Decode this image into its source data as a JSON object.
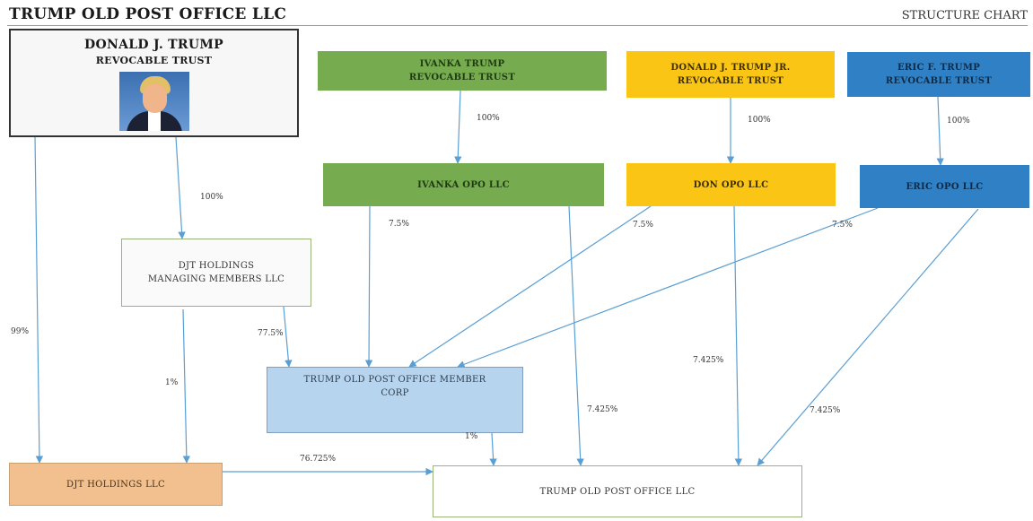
{
  "header": {
    "title": "TRUMP OLD POST OFFICE LLC",
    "right_label": "STRUCTURE CHART"
  },
  "nodes": {
    "djt_trust": {
      "line1": "DONALD J. TRUMP",
      "line2": "REVOCABLE TRUST"
    },
    "ivanka_trust": {
      "line1": "IVANKA TRUMP",
      "line2": "REVOCABLE TRUST"
    },
    "don_trust": {
      "line1": "DONALD J. TRUMP JR.",
      "line2": "REVOCABLE TRUST"
    },
    "eric_trust": {
      "line1": "ERIC F. TRUMP",
      "line2": "REVOCABLE TRUST"
    },
    "ivanka_opo": {
      "label": "IVANKA OPO LLC"
    },
    "don_opo": {
      "label": "DON OPO LLC"
    },
    "eric_opo": {
      "label": "ERIC OPO LLC"
    },
    "djt_managing": {
      "line1": "DJT HOLDINGS",
      "line2": "MANAGING MEMBERS LLC"
    },
    "member_corp": {
      "line1": "TRUMP OLD POST OFFICE MEMBER",
      "line2": "CORP"
    },
    "djt_holdings": {
      "label": "DJT HOLDINGS LLC"
    },
    "opo_llc": {
      "label": "TRUMP OLD POST OFFICE LLC"
    }
  },
  "colors": {
    "green": "#77ab4f",
    "yellow": "#fbc515",
    "blue": "#2f80c4",
    "light_blue": "#b7d4ee",
    "orange": "#f2c08e",
    "arrow": "#5a9fd4"
  },
  "edges": [
    {
      "from": "ivanka_trust",
      "to": "ivanka_opo",
      "label": "100%"
    },
    {
      "from": "don_trust",
      "to": "don_opo",
      "label": "100%"
    },
    {
      "from": "eric_trust",
      "to": "eric_opo",
      "label": "100%"
    },
    {
      "from": "djt_trust",
      "to": "djt_managing",
      "label": "100%"
    },
    {
      "from": "djt_trust",
      "to": "djt_holdings",
      "label": "99%"
    },
    {
      "from": "djt_managing",
      "to": "djt_holdings",
      "label": "1%"
    },
    {
      "from": "djt_managing",
      "to": "member_corp",
      "label": "77.5%"
    },
    {
      "from": "ivanka_opo",
      "to": "member_corp",
      "label": "7.5%"
    },
    {
      "from": "don_opo",
      "to": "member_corp",
      "label": "7.5%"
    },
    {
      "from": "eric_opo",
      "to": "member_corp",
      "label": "7.5%"
    },
    {
      "from": "ivanka_opo",
      "to": "opo_llc",
      "label": "7.425%"
    },
    {
      "from": "don_opo",
      "to": "opo_llc",
      "label": "7.425%"
    },
    {
      "from": "eric_opo",
      "to": "opo_llc",
      "label": "7.425%"
    },
    {
      "from": "member_corp",
      "to": "opo_llc",
      "label": "1%"
    },
    {
      "from": "djt_holdings",
      "to": "opo_llc",
      "label": "76.725%"
    }
  ]
}
